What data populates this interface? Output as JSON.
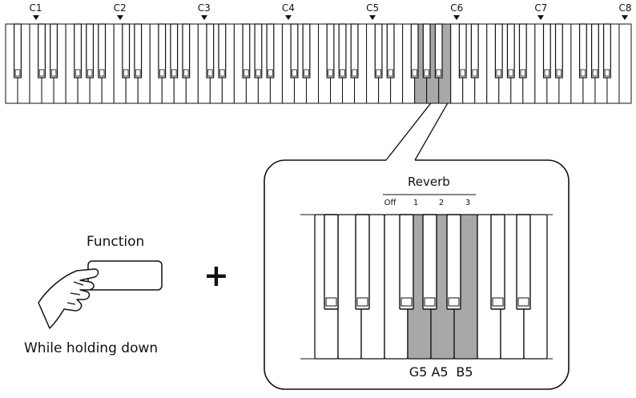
{
  "keyboard": {
    "octave_labels": [
      "C1",
      "C2",
      "C3",
      "C4",
      "C5",
      "C6",
      "C7",
      "C8"
    ]
  },
  "detail": {
    "title": "Reverb",
    "options": [
      "Off",
      "1",
      "2",
      "3"
    ],
    "note_labels": [
      "G5",
      "A5",
      "B5"
    ]
  },
  "function_button": {
    "label": "Function",
    "caption": "While holding down"
  },
  "plus_sign": "+",
  "colors": {
    "highlight": "#a8a8a8",
    "key_white": "#ffffff",
    "key_black": "#ffffff",
    "outline": "#111111"
  },
  "icons": [
    "hand-pressing-icon",
    "plus-icon",
    "marker-arrow-icon"
  ]
}
